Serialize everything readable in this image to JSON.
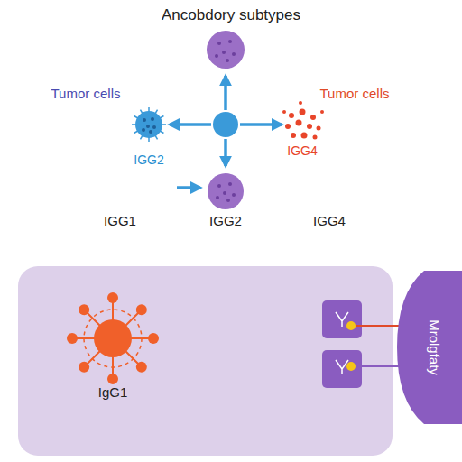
{
  "diagram": {
    "title": "Ancobdory subtypes",
    "nodes": [
      {
        "text": [
          "IGG2"
        ]
      },
      {
        "text": [
          "IGG4"
        ]
      },
      {
        "text": [
          "IGG2"
        ]
      },
      {
        "text": [
          "IgG1"
        ]
      },
      {
        "text": [
          "Mrolgfaty"
        ]
      }
    ],
    "labels": [
      "Tumor cells",
      "Tumor cells",
      "IGG1",
      "IGG4"
    ]
  }
}
